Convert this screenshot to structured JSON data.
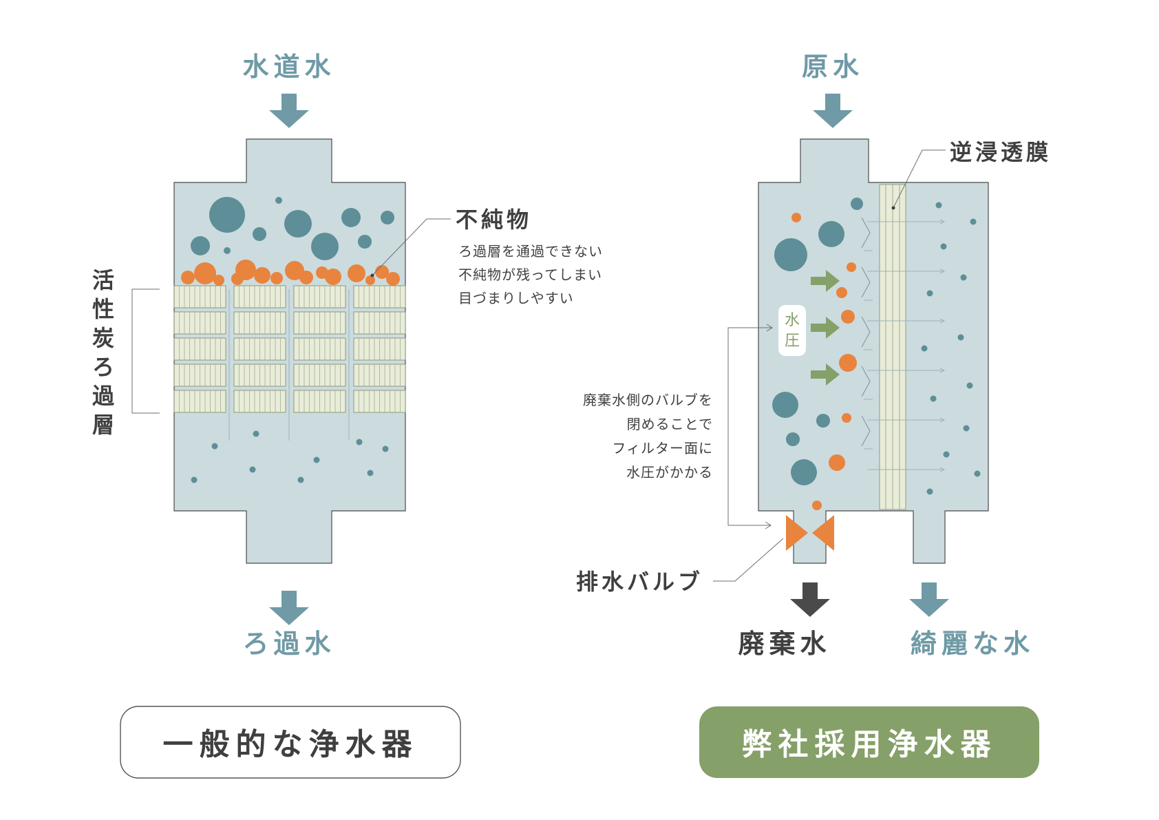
{
  "left": {
    "input_label": "水道水",
    "output_label": "ろ過水",
    "impurities_label": "不純物",
    "impurities_note": [
      "ろ過層を通過できない",
      "不純物が残ってしまい",
      "目づまりしやすい"
    ],
    "filter_layer_label": [
      "活",
      "性",
      "炭",
      "ろ",
      "過",
      "層"
    ],
    "title": "一般的な浄水器"
  },
  "right": {
    "input_label": "原水",
    "membrane_label": "逆浸透膜",
    "pressure_badge": [
      "水",
      "圧"
    ],
    "valve_note": [
      "廃棄水側のバルブを",
      "閉めることで",
      "フィルター面に",
      "水圧がかかる"
    ],
    "valve_label": "排水バルブ",
    "waste_label": "廃棄水",
    "clean_label": "綺麗な水",
    "title": "弊社採用浄水器"
  },
  "colors": {
    "vessel": "#ccdbde",
    "teal": "#6f9aa6",
    "particle": "#5e8e98",
    "impurity": "#e8843e",
    "filter": "#e8ecd8",
    "green": "#85a068",
    "dark": "#3f3f3f"
  },
  "icons": [
    "arrow-down-icon",
    "arrow-right-icon",
    "valve-icon"
  ]
}
